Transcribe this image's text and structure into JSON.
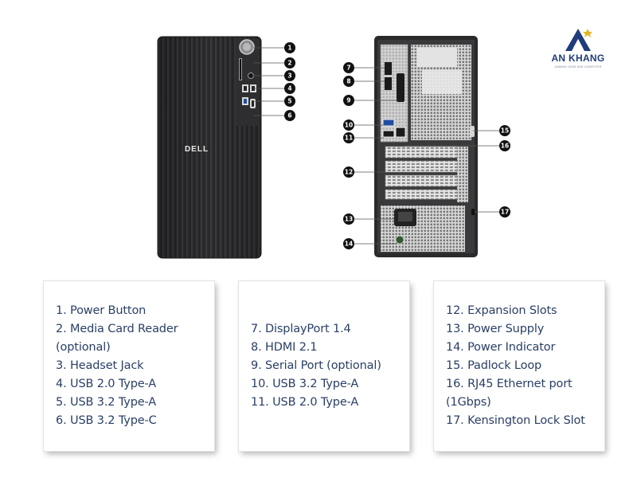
{
  "brand": {
    "logo_text": "AN KHANG",
    "logo_subtext": "GAMING GEAR AND COMPUTER",
    "front_brand": "DELL"
  },
  "colors": {
    "text": "#2a3f66",
    "chassis": "#2b2b2d",
    "marker": "#111111",
    "logo_blue": "#1f3d7a"
  },
  "markers": [
    "1",
    "2",
    "3",
    "4",
    "5",
    "6",
    "7",
    "8",
    "9",
    "10",
    "11",
    "12",
    "13",
    "14",
    "15",
    "16",
    "17"
  ],
  "cards": [
    {
      "items": [
        "1. Power Button",
        "2. Media Card Reader",
        "(optional)",
        "3. Headset Jack",
        "4. USB 2.0 Type-A",
        "5. USB 3.2 Type-A",
        "6. USB 3.2 Type-C"
      ]
    },
    {
      "items": [
        "7. DisplayPort 1.4",
        "8. HDMI 2.1",
        "9. Serial Port (optional)",
        "10. USB 3.2 Type-A",
        "11. USB 2.0 Type-A"
      ]
    },
    {
      "items": [
        "12. Expansion Slots",
        "13. Power Supply",
        "14. Power Indicator",
        "15. Padlock Loop",
        "16. RJ45 Ethernet port",
        "(1Gbps)",
        "17. Kensington Lock Slot"
      ]
    }
  ]
}
